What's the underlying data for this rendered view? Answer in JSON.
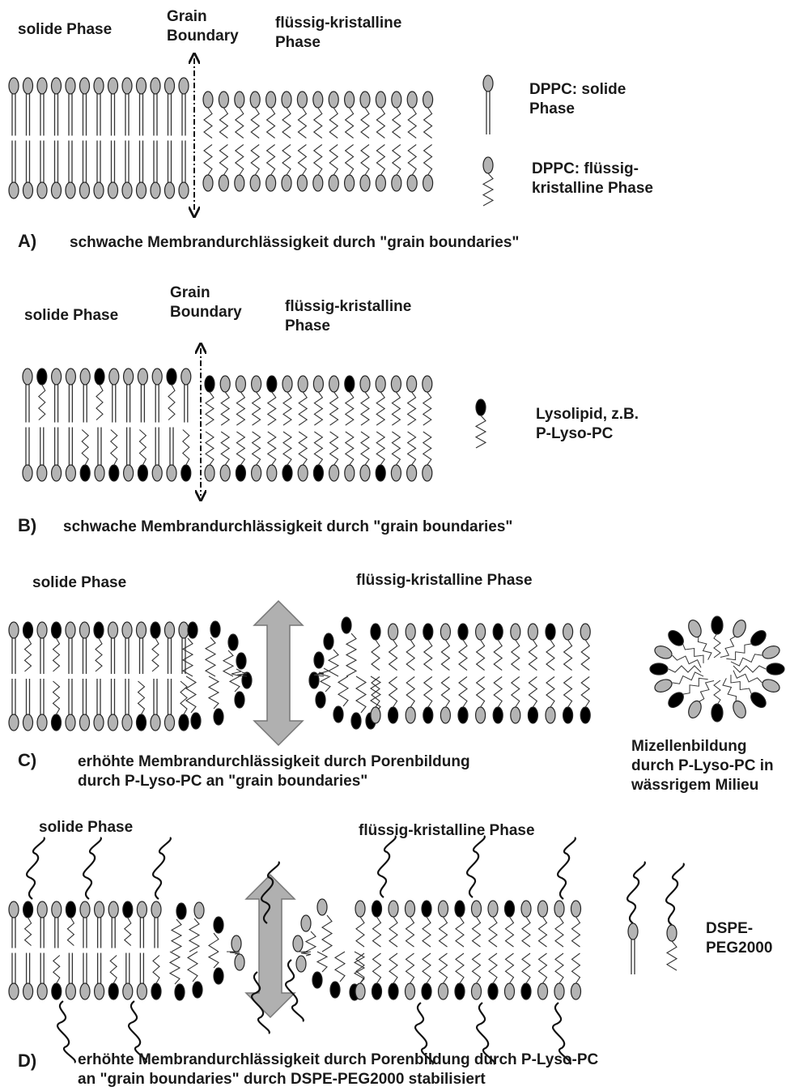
{
  "panels": [
    {
      "letter": "A)",
      "caption": [
        "schwache Membrandurchlässigkeit durch \"grain boundaries\""
      ],
      "labels": {
        "solid": "solide Phase",
        "boundary": [
          "Grain",
          "Boundary"
        ],
        "fluid": [
          "flüssig-kristalline",
          "Phase"
        ]
      },
      "legend": [
        {
          "lines": [
            "DPPC: solide",
            "Phase"
          ]
        },
        {
          "lines": [
            "DPPC: flüssig-",
            "kristalline Phase"
          ]
        }
      ]
    },
    {
      "letter": "B)",
      "caption": [
        "schwache Membrandurchlässigkeit durch \"grain boundaries\""
      ],
      "labels": {
        "solid": "solide Phase",
        "boundary": [
          "Grain",
          "Boundary"
        ],
        "fluid": [
          "flüssig-kristalline",
          "Phase"
        ]
      },
      "legend": [
        {
          "lines": [
            "Lysolipid, z.B.",
            "P-Lyso-PC"
          ]
        }
      ]
    },
    {
      "letter": "C)",
      "caption": [
        "erhöhte Membrandurchlässigkeit durch Porenbildung",
        "durch P-Lyso-PC an \"grain boundaries\""
      ],
      "labels": {
        "solid": "solide Phase",
        "fluid": [
          "flüssig-kristalline Phase"
        ]
      },
      "legend": [
        {
          "lines": [
            "Mizellenbildung",
            "durch P-Lyso-PC in",
            "wässrigem Milieu"
          ]
        }
      ]
    },
    {
      "letter": "D)",
      "caption": [
        "erhöhte Membrandurchlässigkeit durch Porenbildung durch P-Lyso-PC",
        "an \"grain boundaries\" durch DSPE-PEG2000 stabilisiert"
      ],
      "labels": {
        "solid": "solide Phase",
        "fluid": [
          "flüssig-kristalline Phase"
        ]
      },
      "legend": [
        {
          "lines": [
            "DSPE-",
            "PEG2000"
          ]
        }
      ]
    }
  ],
  "colors": {
    "lipid_head": "#b4b4b4",
    "lyso_head": "#000000",
    "line": "#333333",
    "pore_arrow": "#b0b0b0"
  }
}
